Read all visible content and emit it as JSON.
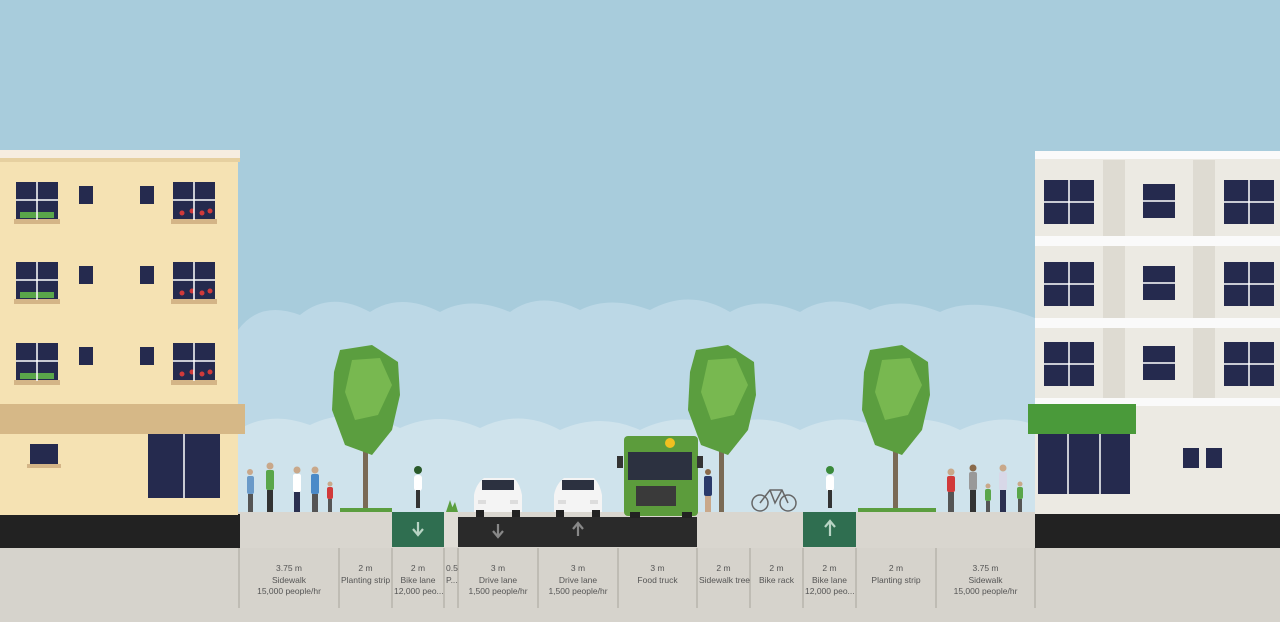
{
  "colors": {
    "sky": "#a8ccdc",
    "sidewalk": "#d9d6cf",
    "asphalt": "#2a2a2a",
    "bike_lane": "#2f6e50",
    "tree_green": "#5b9e3f",
    "food_truck": "#5c9c3c"
  },
  "segments": [
    {
      "width": "3.75 m",
      "name": "Sidewalk",
      "capacity": "15,000 people/hr"
    },
    {
      "width": "2 m",
      "name": "Planting strip",
      "capacity": ""
    },
    {
      "width": "2 m",
      "name": "Bike lane",
      "capacity": "12,000 peo..."
    },
    {
      "width": "0.5",
      "name": "P...",
      "capacity": ""
    },
    {
      "width": "3 m",
      "name": "Drive lane",
      "capacity": "1,500 people/hr"
    },
    {
      "width": "3 m",
      "name": "Drive lane",
      "capacity": "1,500 people/hr"
    },
    {
      "width": "3 m",
      "name": "Food truck",
      "capacity": ""
    },
    {
      "width": "2 m",
      "name": "Sidewalk tree",
      "capacity": ""
    },
    {
      "width": "2 m",
      "name": "Bike rack",
      "capacity": ""
    },
    {
      "width": "2 m",
      "name": "Bike lane",
      "capacity": "12,000 peo..."
    },
    {
      "width": "2 m",
      "name": "Planting strip",
      "capacity": ""
    },
    {
      "width": "3.75 m",
      "name": "Sidewalk",
      "capacity": "15,000 people/hr"
    }
  ],
  "icons": {
    "left_building": "apartment-building-icon",
    "right_building": "white-building-icon",
    "tree": "street-tree-icon",
    "car": "car-icon",
    "food_truck": "food-truck-icon",
    "bike": "bicycle-icon",
    "cyclist": "cyclist-icon",
    "pedestrian": "pedestrian-icon",
    "arrow_down": "arrow-down-icon",
    "arrow_up": "arrow-up-icon"
  }
}
